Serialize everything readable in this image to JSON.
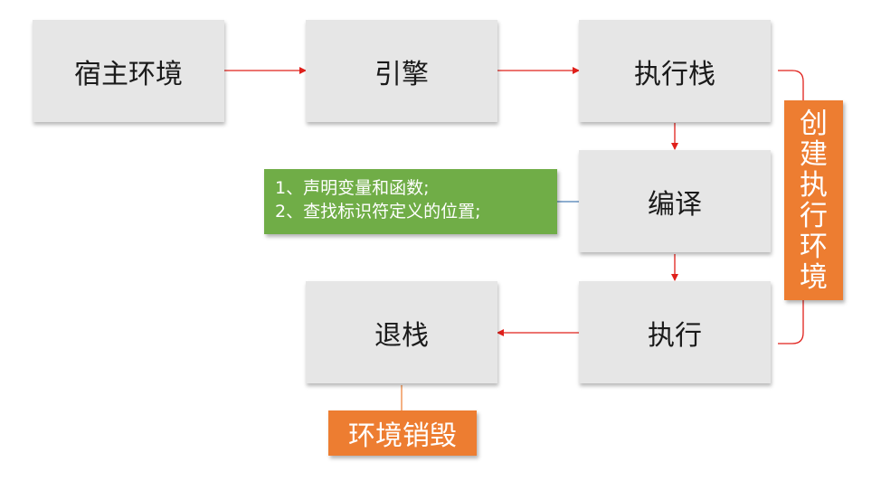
{
  "nodes": {
    "host_env": "宿主环境",
    "engine": "引擎",
    "exec_stack": "执行栈",
    "compile": "编译",
    "execute": "执行",
    "pop_stack": "退栈"
  },
  "compile_note": {
    "line1": "1、声明变量和函数;",
    "line2": "2、查找标识符定义的位置;"
  },
  "create_context_label": [
    "创",
    "建",
    "执",
    "行",
    "环",
    "境"
  ],
  "destroy_context_label": "环境销毁",
  "colors": {
    "box": "#e6e6e6",
    "arrow": "#e0201b",
    "note": "#70ad47",
    "tag": "#ed7d31",
    "connector": "#4a7eb5"
  }
}
